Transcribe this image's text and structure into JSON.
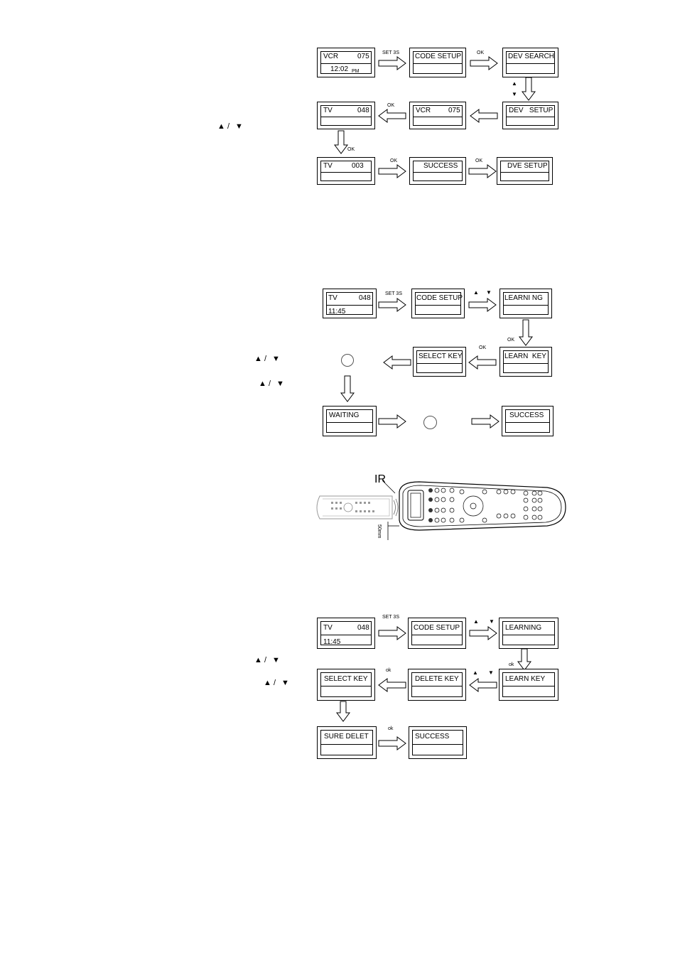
{
  "section1": {
    "box_vcr_main": {
      "left": "VCR",
      "right": "075",
      "time": "12:02",
      "ampm": "PM"
    },
    "box_code_setup": "CODE SETUP",
    "box_dev_search": "DEV SEARCH",
    "box_dev_setup": "DEV   SETUP",
    "box_vcr": {
      "left": "VCR",
      "right": "075"
    },
    "box_tv048": {
      "left": "TV",
      "right": "048"
    },
    "box_tv003": {
      "left": "TV",
      "right": "003"
    },
    "box_success": "SUCCESS",
    "box_dve_setup": "DVE SETUP",
    "arrow_set3s": "SET  3S",
    "arrow_ok1": "OK",
    "arrow_ok2": "OK",
    "arrow_ok3": "OK",
    "arrow_ok4": "OK",
    "arrow_ok5": "OK"
  },
  "section2": {
    "box_tv": {
      "left": "TV",
      "right": "048",
      "time": "11:45"
    },
    "box_code_setup": "CODE SETUP",
    "box_learning": "LEARNI NG",
    "box_learn_key": "LEARN  KEY",
    "box_select_key": "SELECT KEY",
    "box_waiting": "WAITING",
    "box_success": "SUCCESS",
    "arrow_set3s": "SET 3S",
    "arrow_ok1": "OK",
    "arrow_ok2": "OK"
  },
  "remote": {
    "ir_label": "IR",
    "distance": "50mm"
  },
  "section3": {
    "box_tv": {
      "left": "TV",
      "right": "048",
      "time": "11:45"
    },
    "box_code_setup": "CODE SETUP",
    "box_learning": "LEARNING",
    "box_learn_key": "LEARN KEY",
    "box_delete_key": "DELETE KEY",
    "box_select_key": "SELECT KEY",
    "box_sure_delet": "SURE DELET",
    "box_success": "SUCCESS",
    "arrow_set3s": "SET 3S",
    "arrow_ok1": "ok",
    "arrow_ok2": "ok",
    "arrow_ok3": "ok"
  },
  "glyphs": {
    "up": "▲",
    "down": "▼",
    "sep": "/"
  }
}
